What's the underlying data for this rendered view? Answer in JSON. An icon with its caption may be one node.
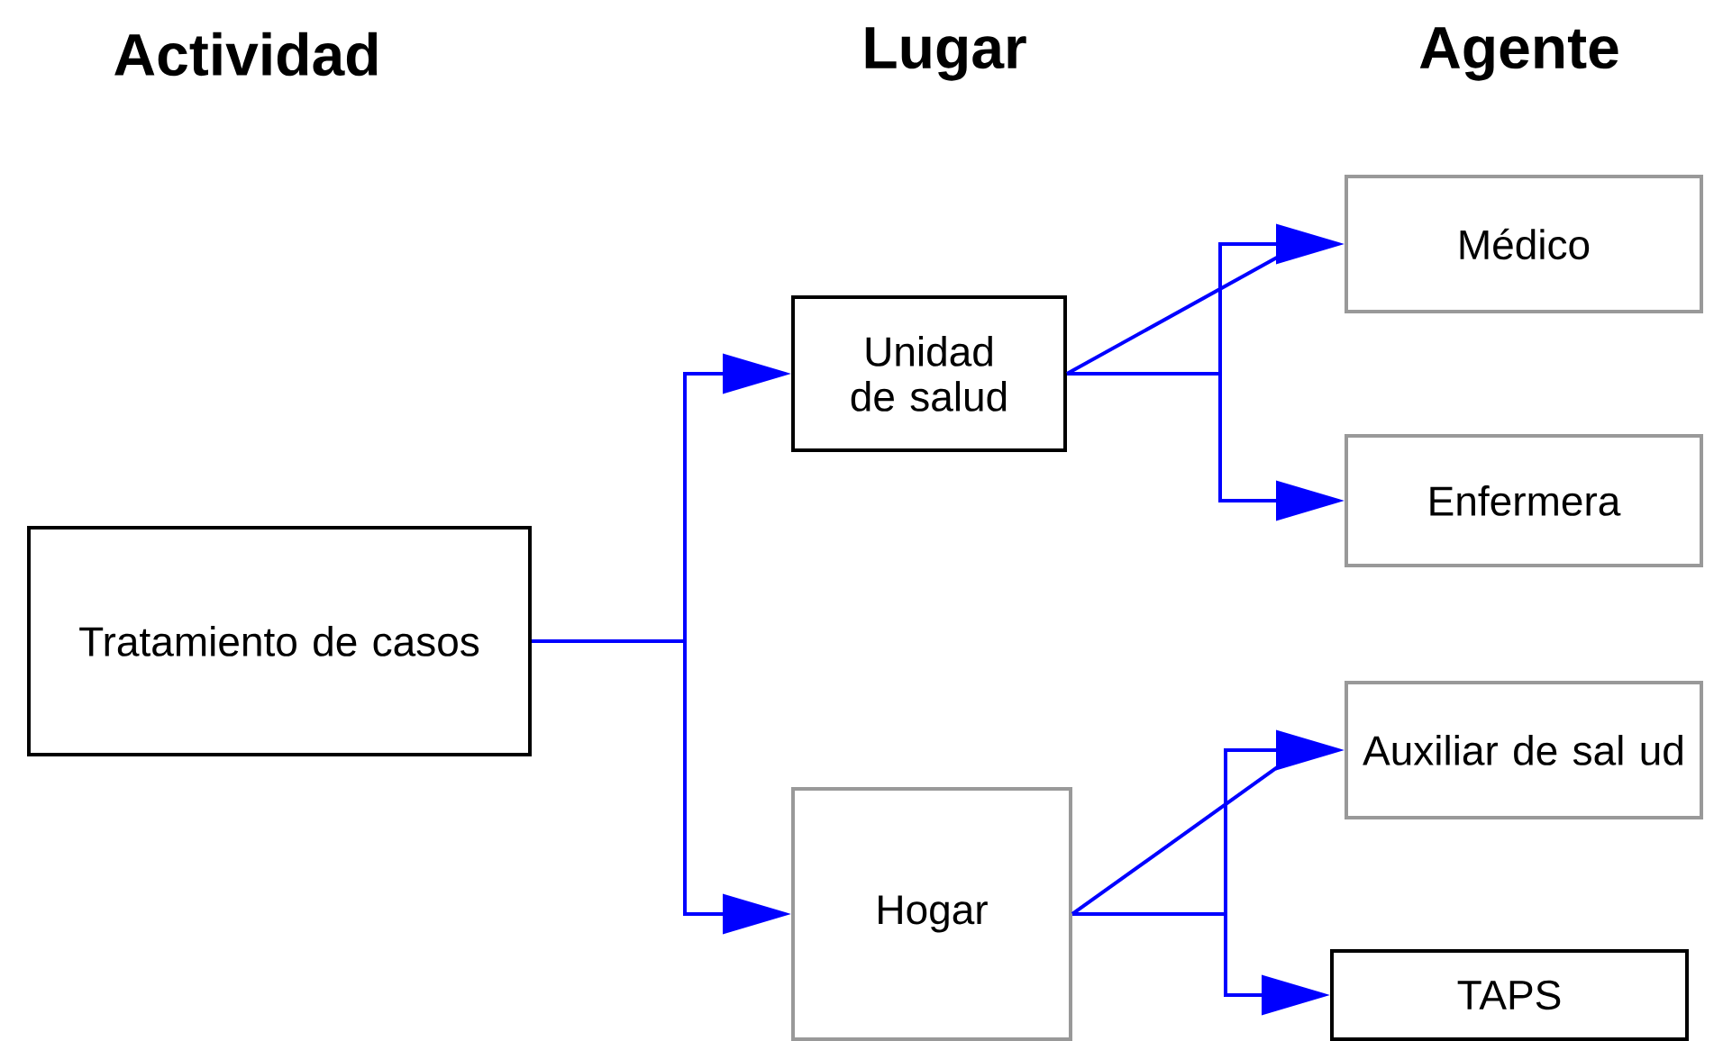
{
  "diagram": {
    "nodes": [
      {
        "text": [
          "Tratamiento de casos"
        ]
      },
      {
        "text": [
          "Unidad de salud"
        ]
      },
      {
        "text": [
          "Hogar"
        ]
      },
      {
        "text": [
          "Médico"
        ]
      },
      {
        "text": [
          "Enfermera"
        ]
      },
      {
        "text": [
          "Auxiliar de sal ud"
        ]
      },
      {
        "text": [
          "TAPS"
        ]
      }
    ],
    "edges": [
      {
        "from": 0,
        "to": 1,
        "arrow": "to"
      },
      {
        "from": 0,
        "to": 2,
        "arrow": "to"
      },
      {
        "from": 1,
        "to": 3,
        "arrow": "to"
      },
      {
        "from": 1,
        "to": 4,
        "arrow": "to"
      },
      {
        "from": 2,
        "to": 5,
        "arrow": "to"
      },
      {
        "from": 2,
        "to": 6,
        "arrow": "to"
      }
    ],
    "labels": [
      "Actividad",
      "Lugar",
      "Agente"
    ]
  }
}
